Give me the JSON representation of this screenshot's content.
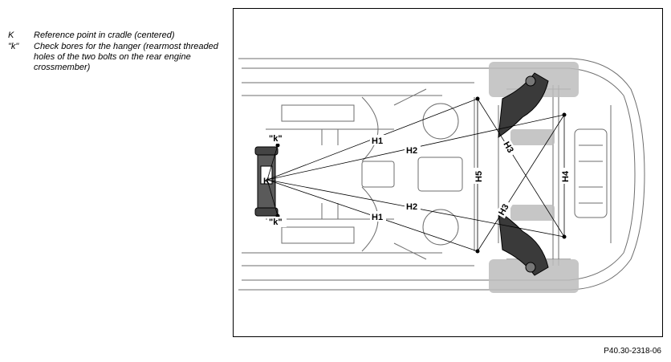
{
  "legend": {
    "items": [
      {
        "key": "K",
        "description": "Reference point in cradle (centered)"
      },
      {
        "key": "\"k\"",
        "description": "Check bores for the hanger (rearmost threaded holes of the two bolts on the rear engine crossmember)"
      }
    ]
  },
  "diagram": {
    "labels": {
      "k_top": "\"k\"",
      "k_bottom": "\"k\"",
      "K": "K",
      "h1_top": "H1",
      "h1_bottom": "H1",
      "h2_top": "H2",
      "h2_bottom": "H2",
      "h3_top": "H3",
      "h3_bottom": "H3",
      "h4": "H4",
      "h5": "H5"
    },
    "colors": {
      "line": "#000000",
      "body": "#6e6e6e",
      "shade": "#bdbdbd",
      "cradle": "#5a5a5a"
    }
  },
  "caption": "P40.30-2318-06"
}
